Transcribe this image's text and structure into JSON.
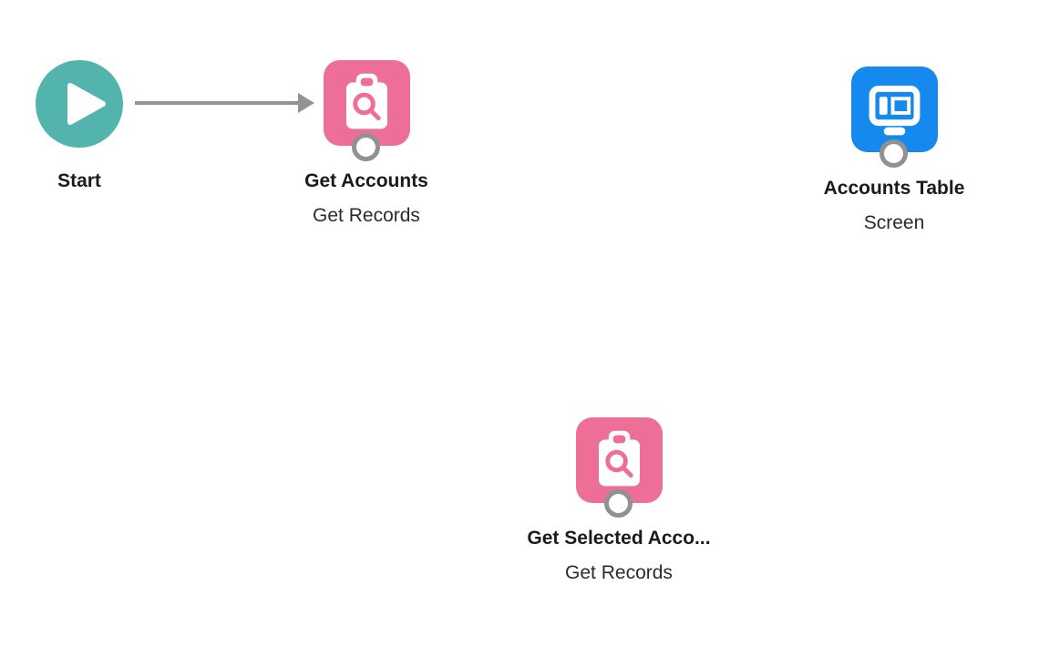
{
  "app": {
    "description_label": "flow-canvas"
  },
  "colors": {
    "canvas_background": "#ffffff",
    "start_teal": "#53B4AD",
    "data_pink": "#ED6E96",
    "screen_blue": "#1589EE",
    "connector_gray": "#919191",
    "arrow_gray": "#939393",
    "label_text": "#1b1b1b"
  },
  "nodes": {
    "start": {
      "label": "Start",
      "icon": "play-icon",
      "color": "#53B4AD"
    },
    "get_accounts": {
      "label": "Get Accounts",
      "sublabel": "Get Records",
      "icon": "record-lookup-icon",
      "color": "#ED6E96"
    },
    "accounts_table": {
      "label": "Accounts Table",
      "sublabel": "Screen",
      "icon": "screen-icon",
      "color": "#1589EE"
    },
    "get_selected_accounts": {
      "label": "Get Selected Acco...",
      "sublabel": "Get Records",
      "icon": "record-lookup-icon",
      "color": "#ED6E96"
    }
  },
  "edges": [
    {
      "from": "Start",
      "to": "Get Accounts"
    }
  ]
}
